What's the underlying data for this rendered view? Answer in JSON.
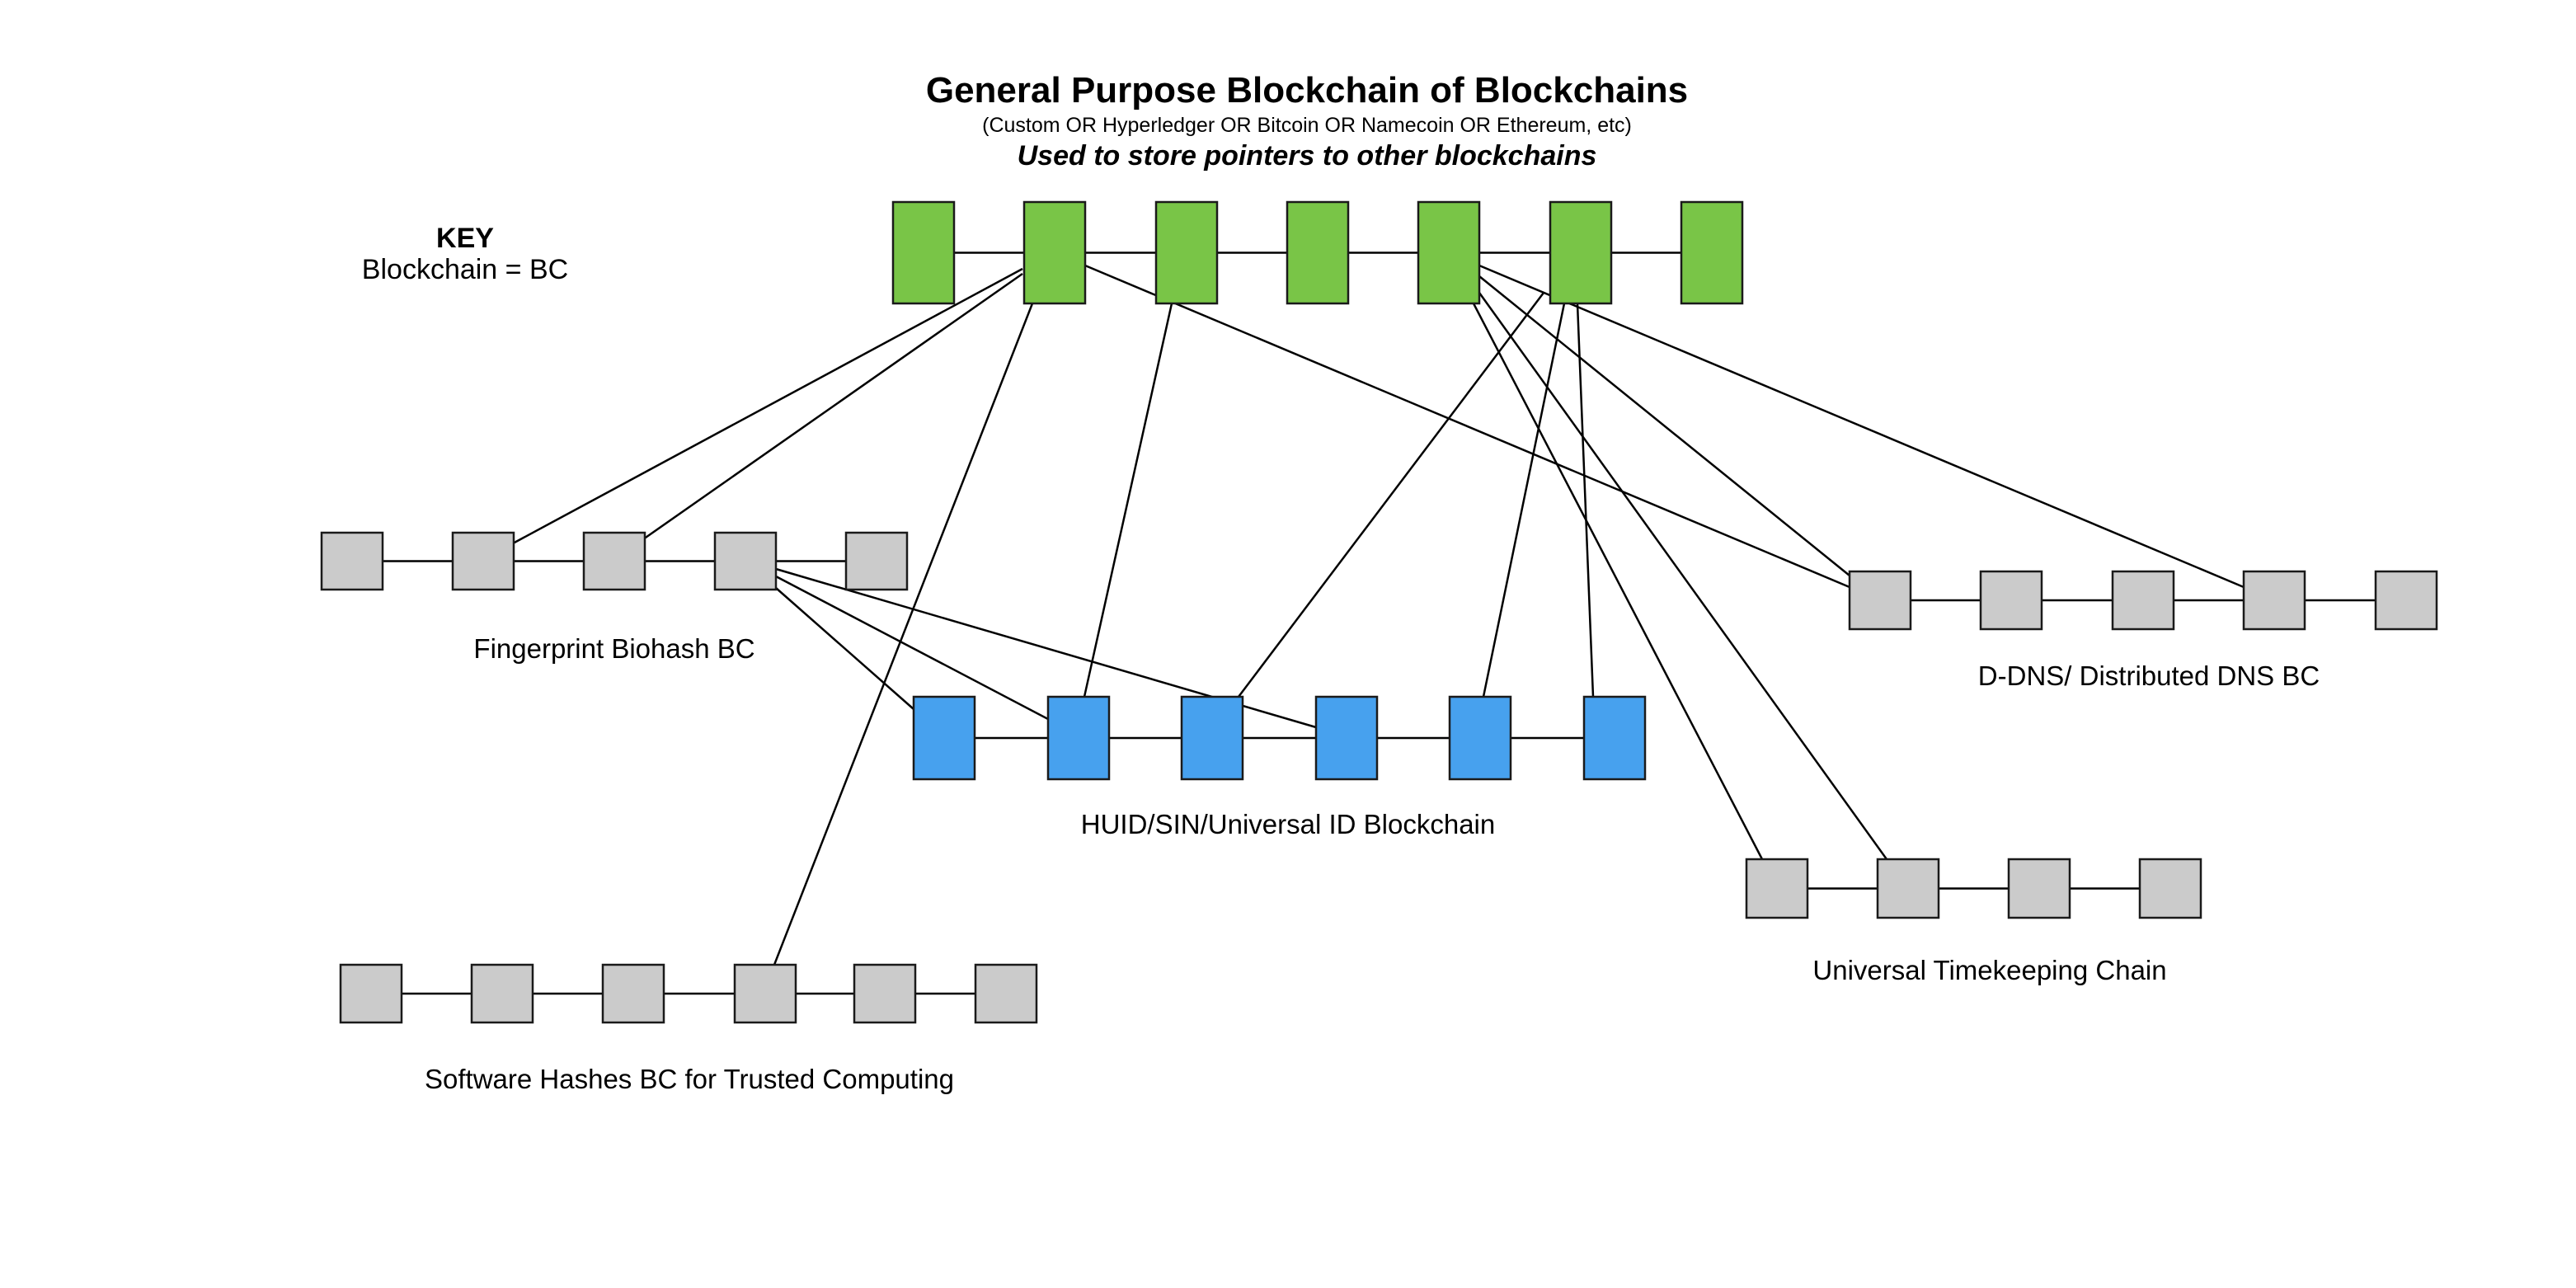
{
  "header": {
    "title": "General Purpose Blockchain of Blockchains",
    "subtitle": "(Custom OR Hyperledger OR Bitcoin OR Namecoin OR Ethereum, etc)",
    "tagline": "Used to store pointers to other blockchains"
  },
  "key": {
    "title": "KEY",
    "entry": "Blockchain = BC"
  },
  "colors": {
    "main_chain": "#79C547",
    "id_chain": "#47A1EE",
    "side_chain": "#CBCBCB",
    "line": "#000000"
  },
  "chains": [
    {
      "id": "main",
      "label": "",
      "role": "general-purpose blockchain of blockchains",
      "blocks": 7,
      "color_key": "main_chain"
    },
    {
      "id": "fingerprint",
      "label": "Fingerprint Biohash BC",
      "blocks": 5,
      "color_key": "side_chain"
    },
    {
      "id": "huid",
      "label": "HUID/SIN/Universal ID Blockchain",
      "blocks": 6,
      "color_key": "id_chain"
    },
    {
      "id": "ddns",
      "label": "D-DNS/ Distributed DNS BC",
      "blocks": 5,
      "color_key": "side_chain"
    },
    {
      "id": "timekeeping",
      "label": "Universal Timekeeping Chain",
      "blocks": 4,
      "color_key": "side_chain"
    },
    {
      "id": "software",
      "label": "Software Hashes BC for Trusted Computing",
      "blocks": 6,
      "color_key": "side_chain"
    }
  ],
  "pointers": [
    {
      "from": [
        "main",
        2
      ],
      "to": [
        "fingerprint",
        2
      ]
    },
    {
      "from": [
        "main",
        2
      ],
      "to": [
        "fingerprint",
        3
      ]
    },
    {
      "from": [
        "main",
        2
      ],
      "to": [
        "software",
        4
      ]
    },
    {
      "from": [
        "main",
        2
      ],
      "to": [
        "ddns",
        1
      ]
    },
    {
      "from": [
        "main",
        3
      ],
      "to": [
        "huid",
        2
      ]
    },
    {
      "from": [
        "main",
        5
      ],
      "to": [
        "ddns",
        4
      ]
    },
    {
      "from": [
        "main",
        5
      ],
      "to": [
        "ddns",
        1
      ]
    },
    {
      "from": [
        "main",
        5
      ],
      "to": [
        "timekeeping",
        2
      ]
    },
    {
      "from": [
        "main",
        5
      ],
      "to": [
        "timekeeping",
        1
      ]
    },
    {
      "from": [
        "main",
        6
      ],
      "to": [
        "huid",
        3
      ]
    },
    {
      "from": [
        "main",
        6
      ],
      "to": [
        "huid",
        5
      ]
    },
    {
      "from": [
        "main",
        6
      ],
      "to": [
        "huid",
        6
      ]
    },
    {
      "from": [
        "fingerprint",
        4
      ],
      "to": [
        "huid",
        1
      ]
    },
    {
      "from": [
        "fingerprint",
        4
      ],
      "to": [
        "huid",
        2
      ]
    },
    {
      "from": [
        "fingerprint",
        4
      ],
      "to": [
        "huid",
        4
      ]
    }
  ]
}
